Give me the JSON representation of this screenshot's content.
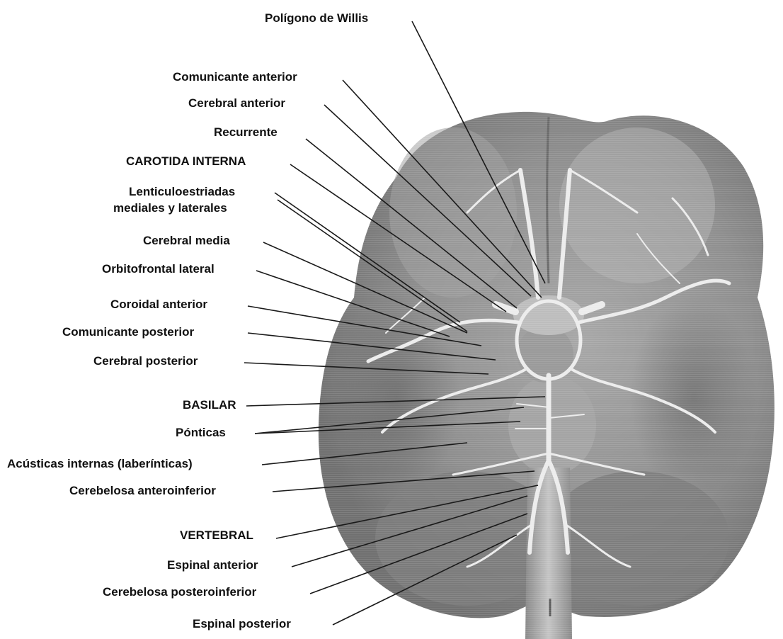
{
  "colors": {
    "background": "#ffffff",
    "brain": "#8d8d8d",
    "brain_dark": "#6f6f6f",
    "vessel": "#ececec",
    "leader": "#1a1a1a",
    "text": "#111111"
  },
  "labels": {
    "poligono_willis": "Polígono de Willis",
    "comunicante_anterior": "Comunicante anterior",
    "cerebral_anterior": "Cerebral anterior",
    "recurrente": "Recurrente",
    "carotida_interna": "CAROTIDA INTERNA",
    "lenticuloestriadas_1": "Lenticuloestriadas",
    "lenticuloestriadas_2": "mediales y laterales",
    "cerebral_media": "Cerebral media",
    "orbitofrontal_lateral": "Orbitofrontal lateral",
    "coroidal_anterior": "Coroidal anterior",
    "comunicante_posterior": "Comunicante posterior",
    "cerebral_posterior": "Cerebral posterior",
    "basilar": "BASILAR",
    "ponticas": "Pónticas",
    "acusticas_internas": "Acústicas internas (laberínticas)",
    "cerebelosa_anteroinferior": "Cerebelosa anteroinferior",
    "vertebral": "VERTEBRAL",
    "espinal_anterior": "Espinal anterior",
    "cerebelosa_posteroinferior": "Cerebelosa posteroinferior",
    "espinal_posterior": "Espinal posterior"
  }
}
